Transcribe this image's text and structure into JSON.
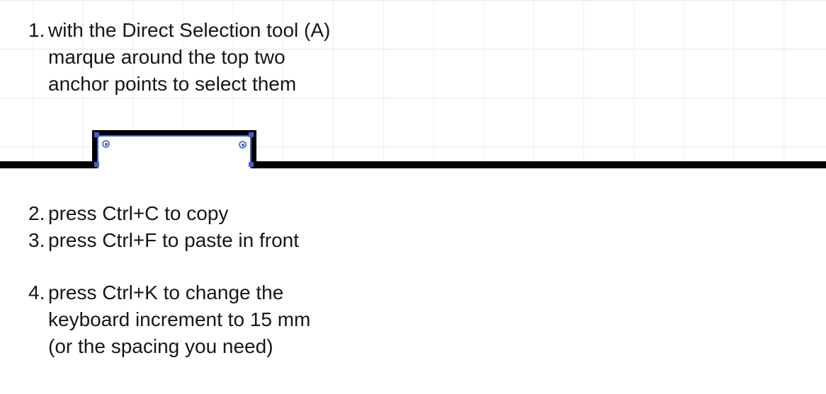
{
  "colors": {
    "path_black": "#000000",
    "selection_blue": "#3f63c8",
    "widget_ring_blue": "#5b7ace",
    "grid_line": "#e9e9e9",
    "text": "#161616",
    "background": "#ffffff"
  },
  "instructions": {
    "step1": {
      "num": "1.",
      "lines": [
        "with the Direct Selection tool (A)",
        "marque around the top two",
        "anchor points to select them"
      ]
    },
    "step2": {
      "num": "2.",
      "lines": [
        "press Ctrl+C to copy"
      ]
    },
    "step3": {
      "num": "3.",
      "lines": [
        "press Ctrl+F to paste in front"
      ]
    },
    "step4": {
      "num": "4.",
      "lines": [
        "press Ctrl+K to change the",
        "keyboard increment to 15 mm",
        "(or the spacing you need)"
      ]
    }
  },
  "illustration": {
    "path": "horizontal-path-with-raised-tab",
    "selected_anchors": [
      "top-left",
      "top-right"
    ],
    "anchors": [
      "top-left",
      "top-right",
      "bottom-left",
      "bottom-right"
    ],
    "corner_widgets": [
      "left",
      "right"
    ]
  }
}
